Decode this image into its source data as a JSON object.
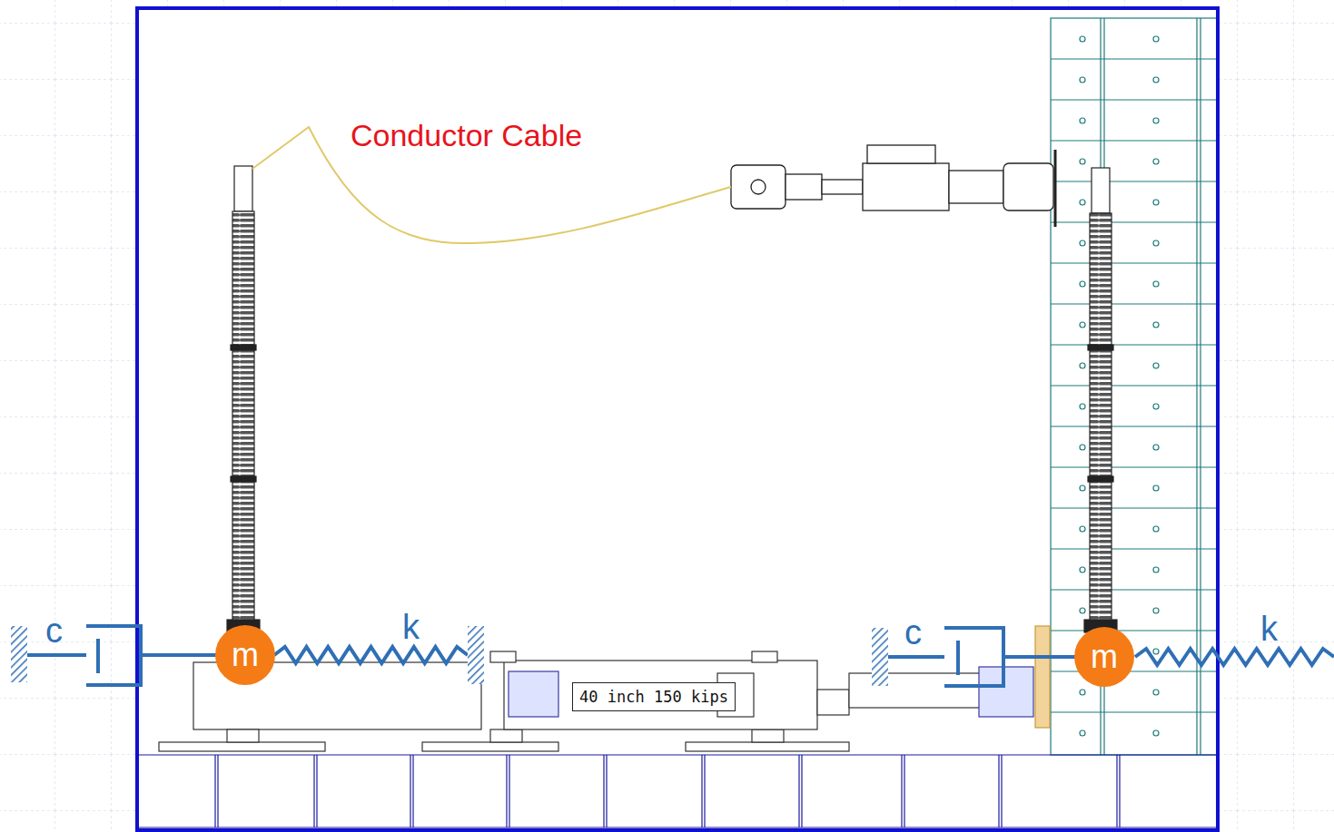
{
  "diagram": {
    "nodes": [
      {
        "text": [
          "m"
        ]
      },
      {
        "text": [
          "40 inch 150 kips"
        ]
      },
      {
        "text": [
          "m"
        ]
      }
    ],
    "labels": [
      "Conductor Cable",
      "c",
      "k",
      "c",
      "k"
    ]
  }
}
